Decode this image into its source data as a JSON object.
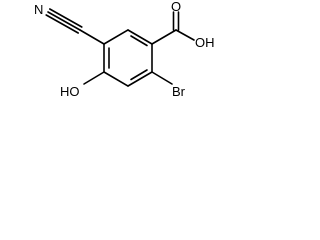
{
  "molecule": {
    "labels": {
      "nitrogen": "N",
      "carboxyl_oxygen": "O",
      "carboxyl_hydroxyl": "OH",
      "phenol_hydroxyl": "HO",
      "bromine": "Br"
    }
  },
  "colors": {
    "bond": "#000000",
    "text": "#000000",
    "background": "#ffffff"
  }
}
